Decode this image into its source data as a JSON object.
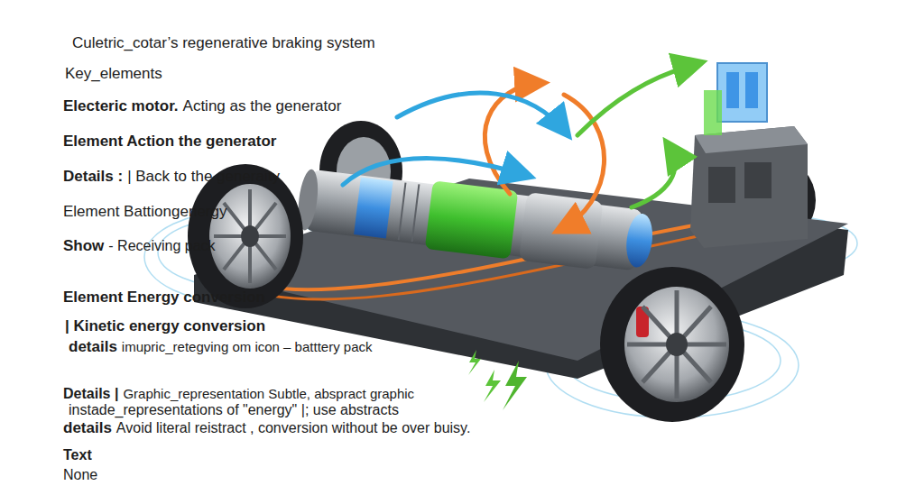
{
  "diagram": {
    "title": "Culetric_cotar’s regenerative braking system",
    "labels": [
      "Key_elements",
      "Electeric motor.",
      "Acting as the generator",
      "Element Action the generator",
      "Details :",
      "| Back to the generaity",
      "Element Battiongenergy",
      "Show",
      "- Receiving pack",
      "Element Energy conversion",
      "| Kinetic energy conversion",
      "details",
      "imupric_retegving om icon – batttery pack",
      "Details |",
      "Graphic_representation Subtle, abspract graphic",
      "instade_representations of \"energy\" |; use abstracts",
      "details",
      "Avoid literal reistract , conversion without be over buisy.",
      "Text",
      "None"
    ]
  }
}
